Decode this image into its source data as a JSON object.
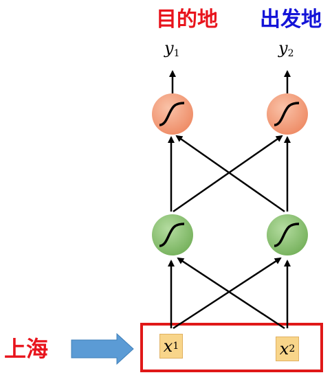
{
  "outputs": {
    "y1": {
      "symbol": "y",
      "sub": "1",
      "label": "目的地"
    },
    "y2": {
      "symbol": "y",
      "sub": "2",
      "label": "出发地"
    }
  },
  "inputs": {
    "x1": {
      "symbol": "x",
      "sub": "1"
    },
    "x2": {
      "symbol": "x",
      "sub": "2"
    }
  },
  "input_label": "上海",
  "colors": {
    "label_red": "#e8141c",
    "label_blue": "#1414d8",
    "output_node": "#f4a484",
    "hidden_node": "#92c87a",
    "input_box": "#f8d58a",
    "highlight_box": "#e01818",
    "arrow_fill": "#5b9bd5"
  },
  "icons": [
    "sigmoid-icon",
    "block-arrow-icon"
  ]
}
